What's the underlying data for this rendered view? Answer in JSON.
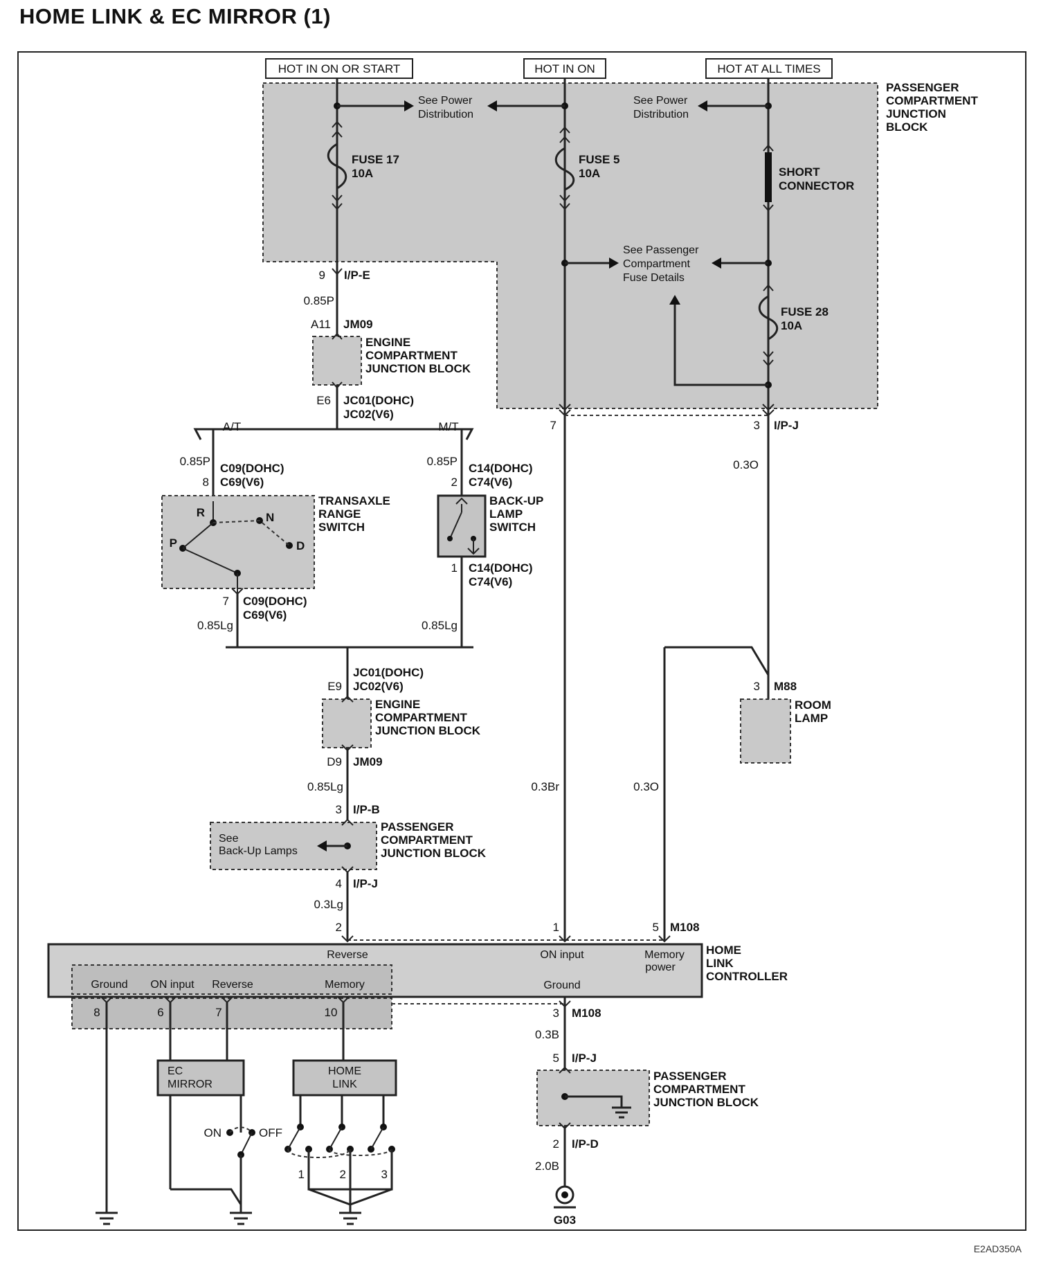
{
  "title": "HOME LINK & EC MIRROR (1)",
  "diagram_code": "E2AD350A",
  "power": {
    "hot_in_on_or_start": "HOT IN ON OR START",
    "hot_in_on": "HOT IN ON",
    "hot_at_all_times": "HOT AT ALL TIMES"
  },
  "pcjb_top": {
    "label": "PASSENGER COMPARTMENT JUNCTION BLOCK",
    "see_power_dist": "See Power Distribution",
    "see_fuse_details": "See Passenger Compartment Fuse Details",
    "fuse17": "FUSE 17",
    "fuse5": "FUSE 5",
    "fuse28": "FUSE 28",
    "fuse_rating": "10A",
    "short_connector": "SHORT CONNECTOR"
  },
  "connectors": {
    "ip_e": "I/P-E",
    "ip_e_pin": "9",
    "jm09": "JM09",
    "a11": "A11",
    "e6": "E6",
    "jc01": "JC01(DOHC)",
    "jc02": "JC02(V6)",
    "c09": "C09(DOHC)",
    "c69": "C69(V6)",
    "c14": "C14(DOHC)",
    "c74": "C74(V6)",
    "e9": "E9",
    "d9": "D9",
    "ip_b": "I/P-B",
    "ip_j": "I/P-J",
    "ip_d": "I/P-D",
    "m108": "M108",
    "m88": "M88",
    "g03": "G03"
  },
  "wires": {
    "w085p": "0.85P",
    "w085lg": "0.85Lg",
    "w03lg": "0.3Lg",
    "w03o": "0.3O",
    "w03br": "0.3Br",
    "w03b": "0.3B",
    "w20b": "2.0B"
  },
  "pins": {
    "p2": "2",
    "p3": "3",
    "p7": "7",
    "p8": "8",
    "p1": "1",
    "p4": "4",
    "p5": "5",
    "p6": "6",
    "p9": "9",
    "p10": "10"
  },
  "components": {
    "engine_cjb": "ENGINE COMPARTMENT JUNCTION BLOCK",
    "transaxle": "TRANSAXLE RANGE SWITCH",
    "backup_switch": "BACK-UP LAMP SWITCH",
    "at": "A/T",
    "mt": "M/T",
    "gear_r": "R",
    "gear_n": "N",
    "gear_p": "P",
    "gear_d": "D",
    "pcjb_mid": "PASSENGER COMPARTMENT JUNCTION BLOCK",
    "see_backup": "See Back-Up Lamps",
    "room_lamp": "ROOM LAMP",
    "controller": "HOME LINK CONTROLLER",
    "pcjb_bottom": "PASSENGER COMPARTMENT JUNCTION BLOCK",
    "ec_mirror": "EC MIRROR",
    "home_link": "HOME LINK",
    "on": "ON",
    "off": "OFF",
    "sw1": "1",
    "sw2": "2",
    "sw3": "3"
  },
  "controller_terms": {
    "reverse": "Reverse",
    "on_input": "ON input",
    "memory_power": "Memory power",
    "ground": "Ground",
    "on_input2": "ON input",
    "memory": "Memory"
  }
}
